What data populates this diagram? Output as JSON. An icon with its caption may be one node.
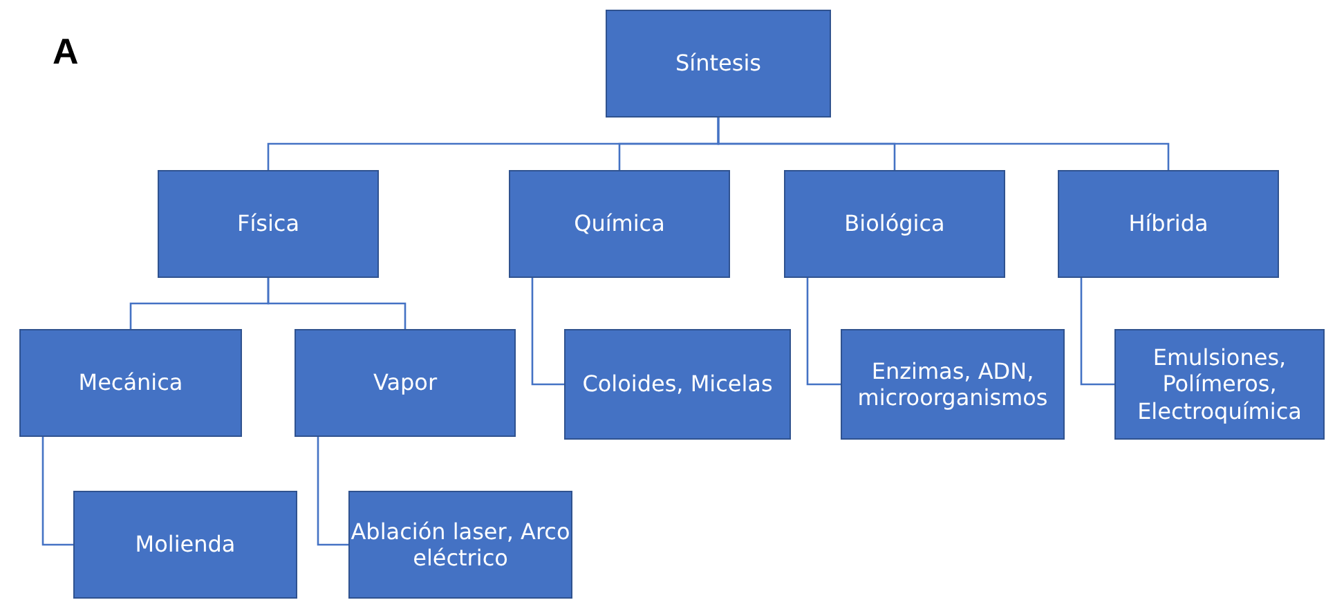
{
  "diagram": {
    "nodes": [
      {
        "text": [
          "Síntesis"
        ]
      },
      {
        "text": [
          "Física"
        ]
      },
      {
        "text": [
          "Química"
        ]
      },
      {
        "text": [
          "Biológica"
        ]
      },
      {
        "text": [
          "Híbrida"
        ]
      },
      {
        "text": [
          "Mecánica"
        ]
      },
      {
        "text": [
          "Vapor"
        ]
      },
      {
        "text": [
          "Coloides, Micelas"
        ]
      },
      {
        "text": [
          "Enzimas, ADN, microorganismos"
        ]
      },
      {
        "text": [
          "Emulsiones, Polímeros, Electroquímica"
        ]
      },
      {
        "text": [
          "Molienda"
        ]
      },
      {
        "text": [
          "Ablación laser, Arco eléctrico"
        ]
      }
    ],
    "edges": [
      {
        "from": 0,
        "to": 1,
        "arrow": "none"
      },
      {
        "from": 0,
        "to": 2,
        "arrow": "none"
      },
      {
        "from": 0,
        "to": 3,
        "arrow": "none"
      },
      {
        "from": 0,
        "to": 4,
        "arrow": "none"
      },
      {
        "from": 1,
        "to": 5,
        "arrow": "none"
      },
      {
        "from": 1,
        "to": 6,
        "arrow": "none"
      },
      {
        "from": 2,
        "to": 7,
        "arrow": "none"
      },
      {
        "from": 3,
        "to": 8,
        "arrow": "none"
      },
      {
        "from": 4,
        "to": 9,
        "arrow": "none"
      },
      {
        "from": 5,
        "to": 10,
        "arrow": "none"
      },
      {
        "from": 6,
        "to": 11,
        "arrow": "none"
      }
    ],
    "labels": [
      "A"
    ]
  }
}
